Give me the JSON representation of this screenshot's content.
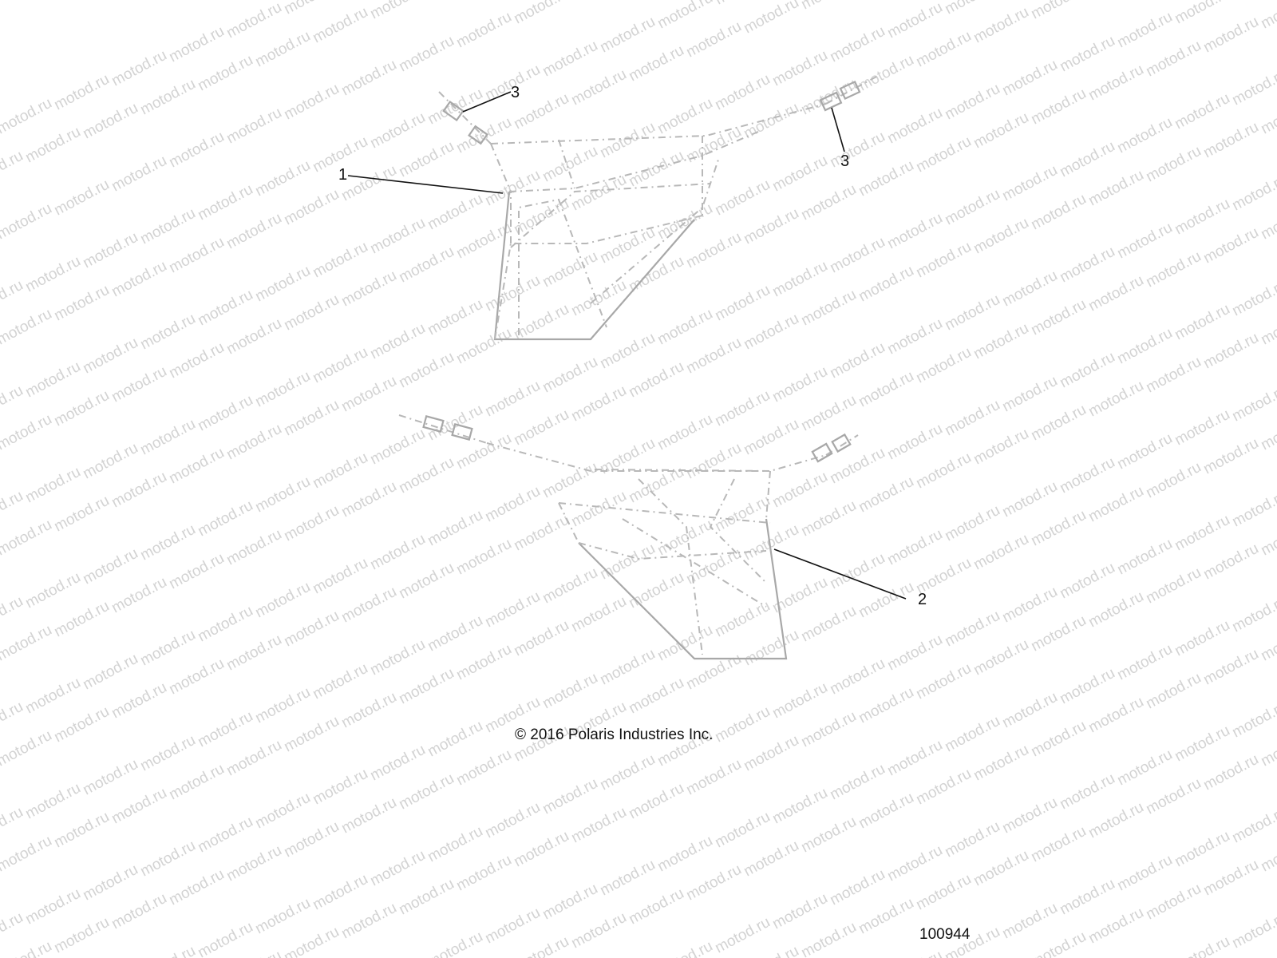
{
  "watermark": "motod.ru",
  "callouts": [
    {
      "id": "c1",
      "label": "1"
    },
    {
      "id": "c2",
      "label": "2"
    },
    {
      "id": "c3a",
      "label": "3"
    },
    {
      "id": "c3b",
      "label": "3"
    }
  ],
  "copyright": "© 2016 Polaris Industries Inc.",
  "figure_number": "100944"
}
